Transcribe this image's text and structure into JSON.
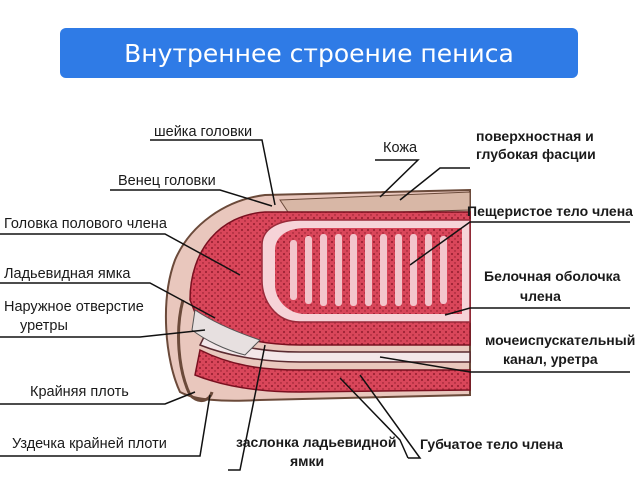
{
  "title": "Внутреннее строение пениса",
  "labels": {
    "neck": "шейка головки",
    "corona": "Венец головки",
    "skin": "Кожа",
    "fascia": [
      "поверхностная и",
      "глубокая фасции"
    ],
    "glans": "Головка полового члена",
    "corpus_cavernosum": "Пещеристое тело члена",
    "navicular_fossa": "Ладьевидная ямка",
    "tunica": [
      "Белочная оболочка",
      "члена"
    ],
    "urethral_opening": [
      "Наружное отверстие",
      "уретры"
    ],
    "urethra": [
      "мочеиспускательный",
      "канал, уретра"
    ],
    "foreskin": "Крайняя плоть",
    "frenulum": "Уздечка крайней плоти",
    "valve": [
      "заслонка ладьевидной",
      "ямки"
    ],
    "spongiosum": "Губчатое тело члена"
  },
  "colors": {
    "title_bg": "#2f7be6",
    "tissue": "#d9465a",
    "tissue_light": "#f0a2ad",
    "skin": "#e9c7bd",
    "line": "#111111"
  }
}
